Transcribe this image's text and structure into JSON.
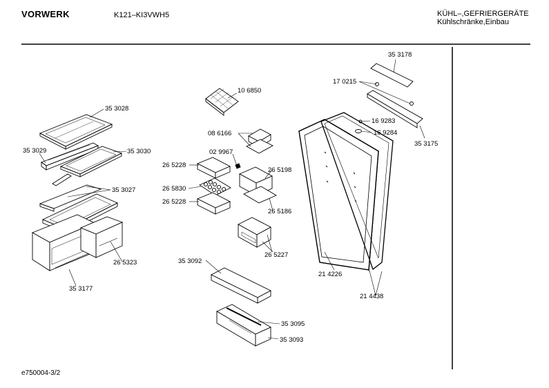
{
  "header": {
    "brand": "VORWERK",
    "model": "K121–KI3VWH5",
    "category_line1": "KÜHL–,GEFRIERGERÄTE",
    "category_line2": "Kühlschränke,Einbau"
  },
  "footer": {
    "doc_code": "e750004-3/2"
  },
  "part_labels": {
    "p353178": "35 3178",
    "p170215": "17 0215",
    "p106850": "10 6850",
    "p353028": "35 3028",
    "p169283": "16 9283",
    "p169284": "16 9284",
    "p353175": "35 3175",
    "p086166": "08 6166",
    "p353029": "35 3029",
    "p353030": "35 3030",
    "p029967": "02 9967",
    "p265228a": "26 5228",
    "p265198": "26 5198",
    "p353027": "35 3027",
    "p265830": "26 5830",
    "p265228b": "26 5228",
    "p265186": "26 5186",
    "p265323": "26 5323",
    "p265227": "26 5227",
    "p353092": "35 3092",
    "p214226": "21 4226",
    "p353177": "35 3177",
    "p214438": "21 4438",
    "p353095": "35 3095",
    "p353093": "35 3093"
  }
}
